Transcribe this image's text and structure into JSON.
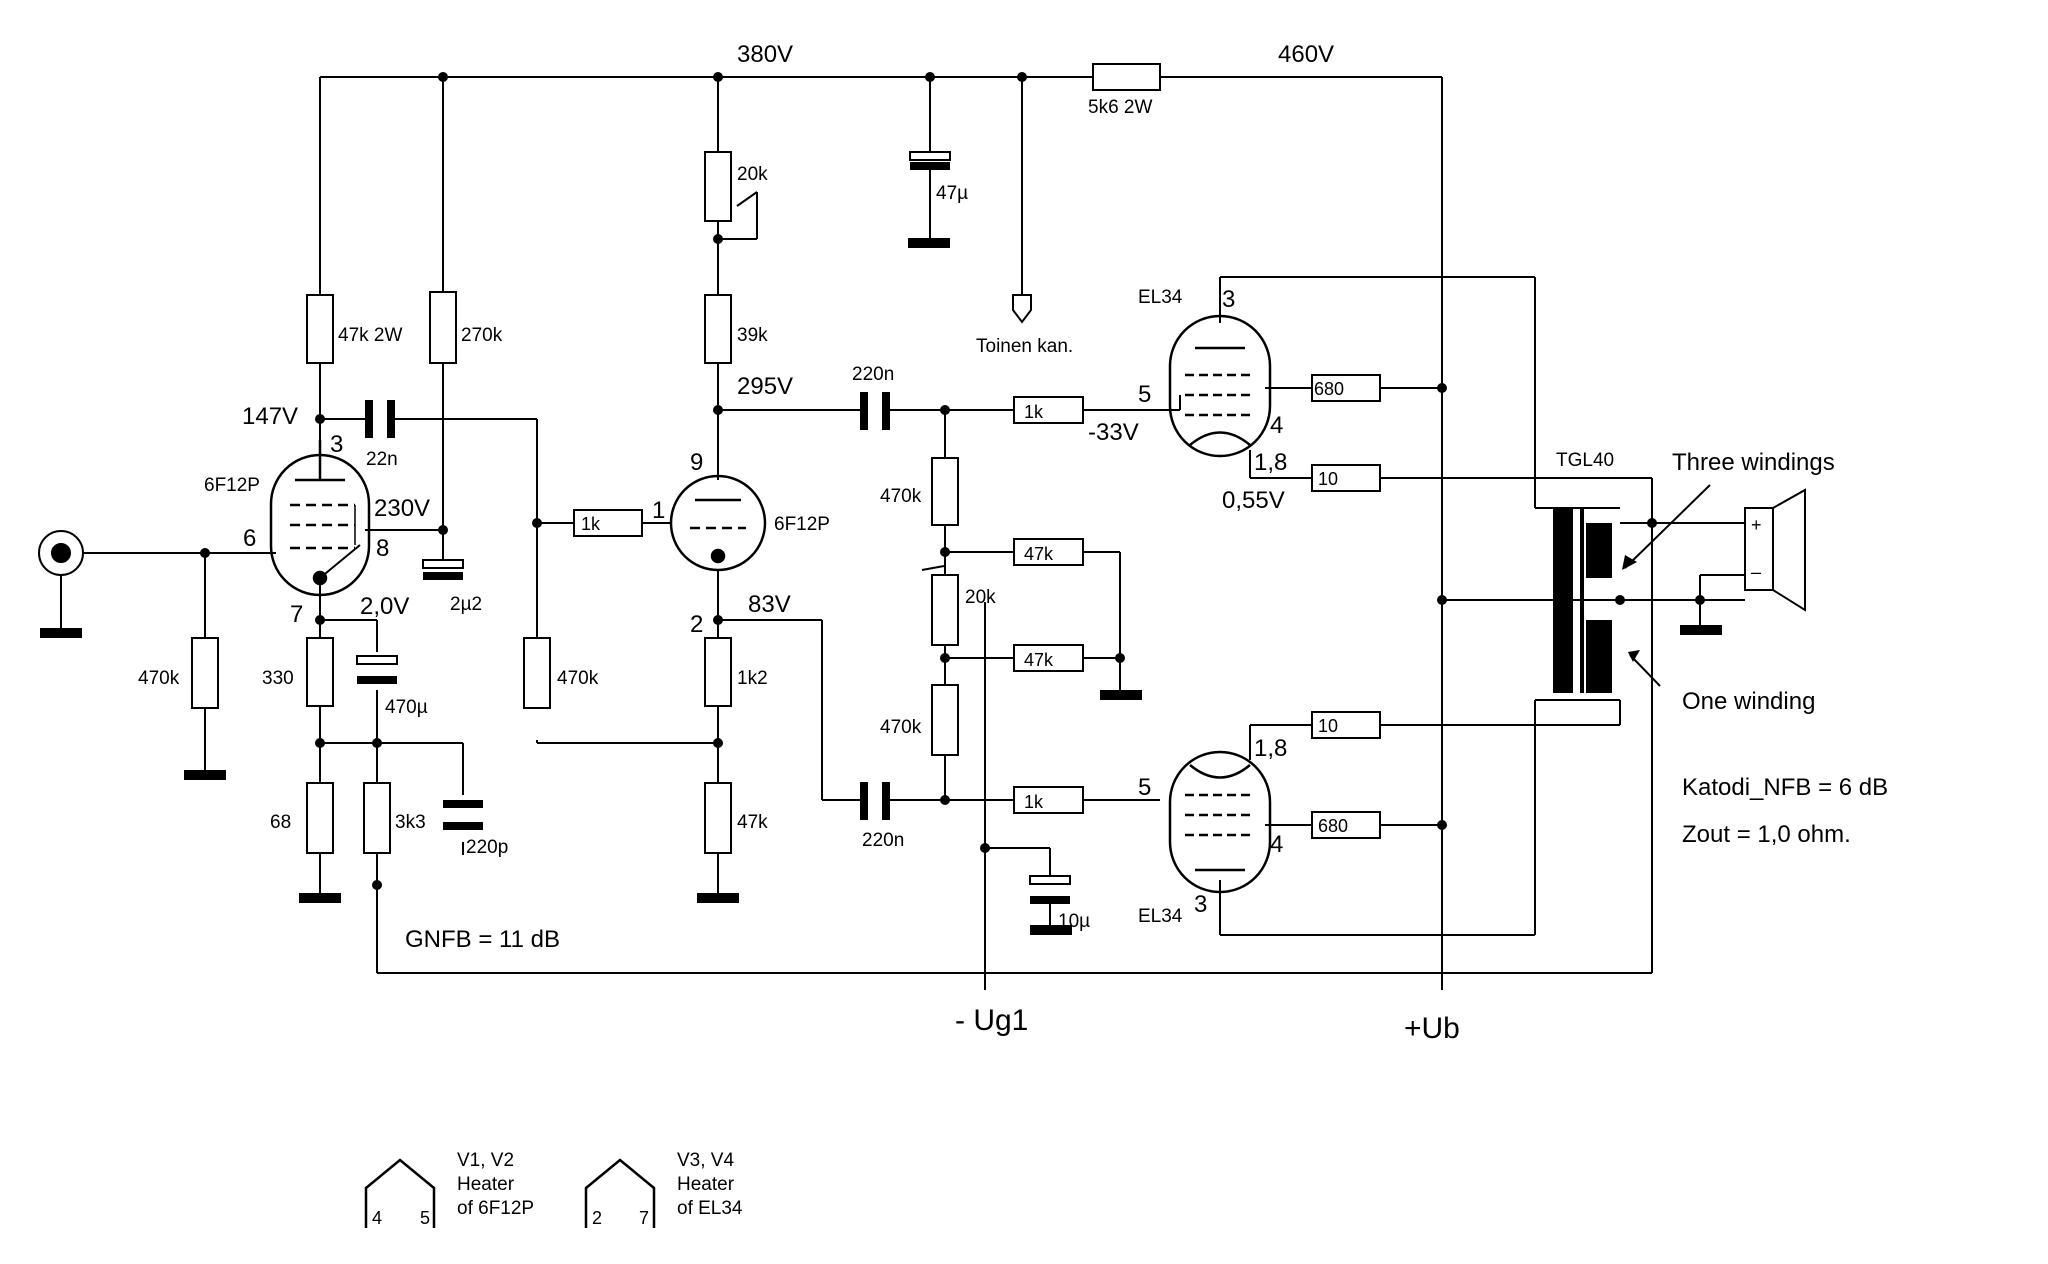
{
  "voltages": {
    "v380": "380V",
    "v460": "460V",
    "v147": "147V",
    "v230": "230V",
    "v2": "2,0V",
    "v295": "295V",
    "v83": "83V",
    "vm33": "-33V",
    "v055": "0,55V"
  },
  "resistors": {
    "r_5k6": "5k6 2W",
    "r_47k2w": "47k 2W",
    "r_270k": "270k",
    "r_20k_top": "20k",
    "r_39k": "39k",
    "r_470k_in": "470k",
    "r_330": "330",
    "r_68": "68",
    "r_3k3": "3k3",
    "r_1k_grid": "1k",
    "r_470k_mid": "470k",
    "r_1k2": "1k2",
    "r_47k_cat": "47k",
    "r_1k_g1": "1k",
    "r_1k_g2": "1k",
    "r_470k_b1": "470k",
    "r_20k_bias": "20k",
    "r_47k_a": "47k",
    "r_47k_b": "47k",
    "r_470k_b2": "470k",
    "r_680_a": "680",
    "r_680_b": "680",
    "r_10_a": "10",
    "r_10_b": "10"
  },
  "capacitors": {
    "c_47u": "47µ",
    "c_22n": "22n",
    "c_2u2": "2µ2",
    "c_470u": "470µ",
    "c_220p": "220p",
    "c_220n_a": "220n",
    "c_220n_b": "220n",
    "c_10u": "10µ"
  },
  "tubes": {
    "v1": "6F12P",
    "v2": "6F12P",
    "v3": "EL34",
    "v4": "EL34"
  },
  "pins": {
    "v1_3": "3",
    "v1_6": "6",
    "v1_8": "8",
    "v1_7": "7",
    "v2_9": "9",
    "v2_1": "1",
    "v2_2": "2",
    "v3_3": "3",
    "v3_5": "5",
    "v3_4": "4",
    "v3_18": "1,8",
    "v4_18": "1,8",
    "v4_5": "5",
    "v4_4": "4",
    "v4_3": "3"
  },
  "labels": {
    "toinen": "Toinen kan.",
    "transformer": "TGL40",
    "three_windings": "Three windings",
    "one_winding": "One winding",
    "katodi": "Katodi_NFB = 6 dB",
    "zout": "Zout = 1,0 ohm.",
    "gnfb": "GNFB = 11 dB",
    "ug1": "- Ug1",
    "ub": "+Ub",
    "speaker_plus": "+",
    "speaker_minus": "–"
  },
  "heaters": {
    "h1_l1": "V1, V2",
    "h1_l2": "Heater",
    "h1_l3": "of 6F12P",
    "h1_p1": "4",
    "h1_p2": "5",
    "h2_l1": "V3, V4",
    "h2_l2": "Heater",
    "h2_l3": "of EL34",
    "h2_p1": "2",
    "h2_p2": "7"
  }
}
